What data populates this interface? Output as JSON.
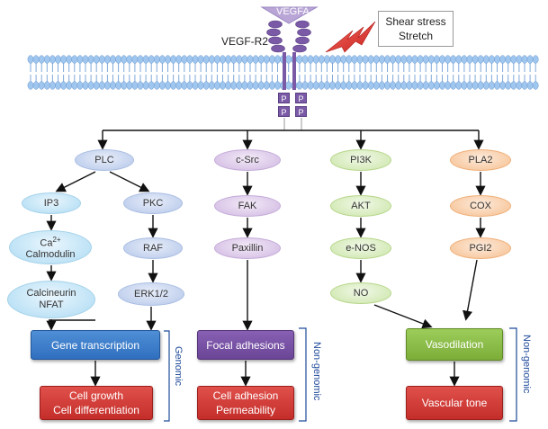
{
  "membrane": {
    "ligand": "VEGFA",
    "receptor": "VEGF-R2",
    "stimulus": [
      "Shear stress",
      "Stretch"
    ],
    "phospho_label": "P"
  },
  "pathways": {
    "plc": {
      "root": "PLC",
      "left": [
        "IP3",
        "Ca2+ Calmodulin",
        "Calcineurin NFAT"
      ],
      "right": [
        "PKC",
        "RAF",
        "ERK1/2"
      ]
    },
    "src": {
      "nodes": [
        "c-Src",
        "FAK",
        "Paxillin"
      ]
    },
    "pi3k": {
      "nodes": [
        "PI3K",
        "AKT",
        "e-NOS",
        "NO"
      ]
    },
    "pla2": {
      "nodes": [
        "PLA2",
        "COX",
        "PGI2"
      ]
    }
  },
  "outcomes": {
    "gene_transcription": "Gene transcription",
    "cell_growth": [
      "Cell growth",
      "Cell differentiation"
    ],
    "focal_adhesions": "Focal adhesions",
    "cell_adhesion": [
      "Cell adhesion",
      "Permeability"
    ],
    "vasodilation": "Vasodilation",
    "vascular_tone": "Vascular tone"
  },
  "brackets": {
    "genomic": "Genomic",
    "non_genomic_1": "Non-genomic",
    "non_genomic_2": "Non-genomic"
  },
  "colors": {
    "membrane_head": "#9fc6ee",
    "membrane_tail": "#7fa9d8",
    "receptor": "#7a5aa6",
    "ligand": "#b9a6d6",
    "lightning": "#e53b36",
    "bracket": "#1f4a9a"
  }
}
